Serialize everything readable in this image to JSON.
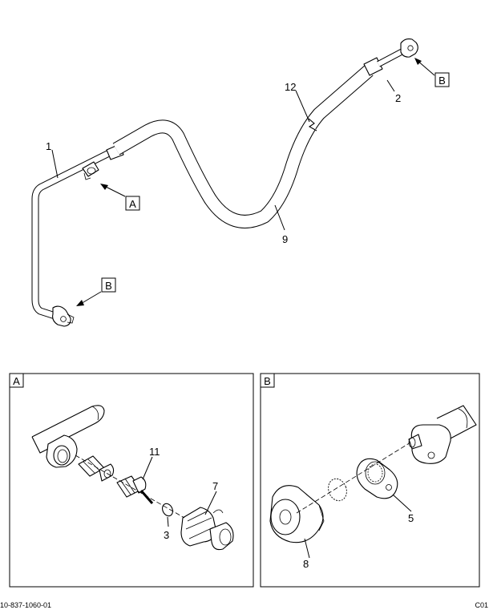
{
  "callouts": {
    "c1": "1",
    "c2": "2",
    "c9": "9",
    "c12": "12",
    "c3": "3",
    "c7": "7",
    "c11": "11",
    "c5": "5",
    "c8": "8"
  },
  "view_refs": {
    "a": "A",
    "b": "B"
  },
  "footer": {
    "left": "10-837-1060-01",
    "right": "C01"
  }
}
